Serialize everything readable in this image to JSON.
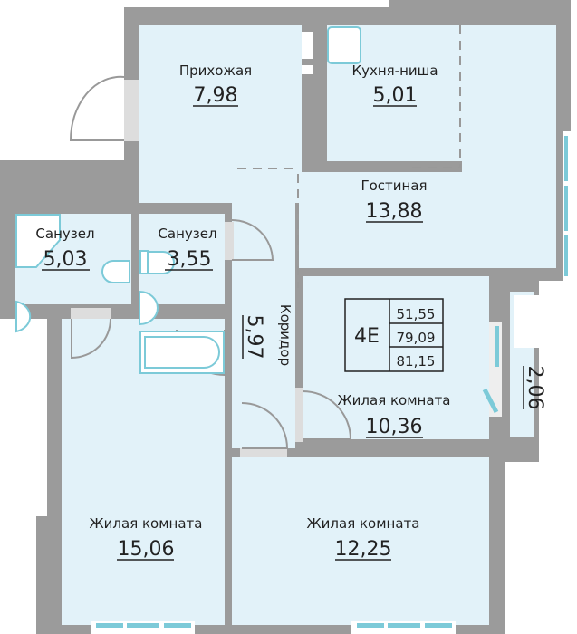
{
  "plan": {
    "apartment_code": "4E",
    "areas": {
      "living": "51,55",
      "total": "79,09",
      "total_with_balcony": "81,15"
    },
    "rooms": [
      {
        "name": "Прихожая",
        "area": "7,98"
      },
      {
        "name": "Кухня-ниша",
        "area": "5,01"
      },
      {
        "name": "Гостиная",
        "area": "13,88"
      },
      {
        "name": "Санузел",
        "area": "5,03"
      },
      {
        "name": "Санузел",
        "area": "3,55"
      },
      {
        "name": "Коридор",
        "area": "5,97"
      },
      {
        "name": "Жилая комната",
        "area": "10,36"
      },
      {
        "name": "Жилая комната",
        "area": "15,06"
      },
      {
        "name": "Жилая комната",
        "area": "12,25"
      },
      {
        "name": "",
        "area": "2,06"
      }
    ],
    "colors": {
      "room": "#e2f2f9",
      "wall": "#9b9b9b",
      "fixture": "#7ccad8"
    }
  }
}
